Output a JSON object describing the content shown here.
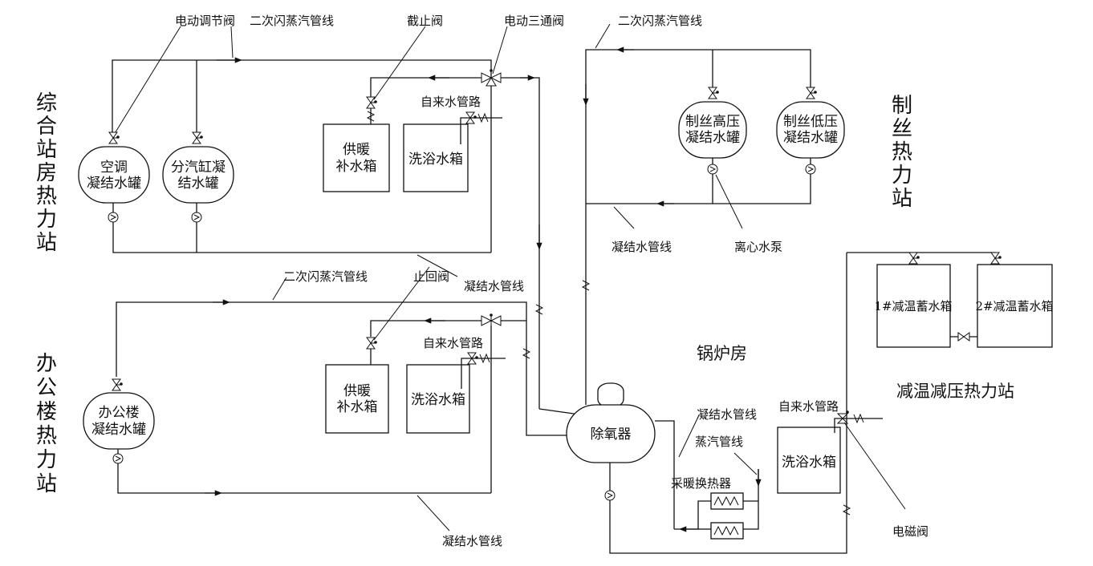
{
  "stations": {
    "zonghe": "综合站房热力站",
    "bangong": "办公楼热力站",
    "zhisi": "制丝热力站",
    "guolu": "锅炉房",
    "jianwen": "减温减压热力站"
  },
  "labels": {
    "dongdong_tiaojie": "电动调节阀",
    "erci_1": "二次闪蒸汽管线",
    "jiezhi": "截止阀",
    "dongdong_santong": "电动三通阀",
    "erci_2": "二次闪蒸汽管线",
    "zilaishui_1": "自来水管路",
    "ningjie_1": "凝结水管线",
    "ningjie_2": "凝结水管线",
    "lixin": "离心水泵",
    "erci_3": "二次闪蒸汽管线",
    "zhihui": "止回阀",
    "zilaishui_2": "自来水管路",
    "ningjie_3": "凝结水管线",
    "zhengqi": "蒸汽管线",
    "caiyuan": "采暖换热器",
    "zilaishui_3": "自来水管路",
    "diancifa": "电磁阀",
    "ningjie_4": "凝结水管线"
  },
  "equipment": {
    "kongtiao_l1": "空调",
    "kongtiao_l2": "凝结水罐",
    "fenqigang_l1": "分汽缸凝",
    "fenqigang_l2": "结水罐",
    "gongnuan1_l1": "供暖",
    "gongnuan1_l2": "补水箱",
    "xiyu1": "洗浴水箱",
    "zhisi_gao_l1": "制丝高压",
    "zhisi_gao_l2": "凝结水罐",
    "zhisi_di_l1": "制丝低压",
    "zhisi_di_l2": "凝结水罐",
    "bangonglou_l1": "办公楼",
    "bangonglou_l2": "凝结水罐",
    "gongnuan2_l1": "供暖",
    "gongnuan2_l2": "补水箱",
    "xiyu2": "洗浴水箱",
    "chuyangqi": "除氧器",
    "xiyu3": "洗浴水箱",
    "xuwen1": "1#减温蓄水箱",
    "xuwen2": "2#减温蓄水箱"
  }
}
